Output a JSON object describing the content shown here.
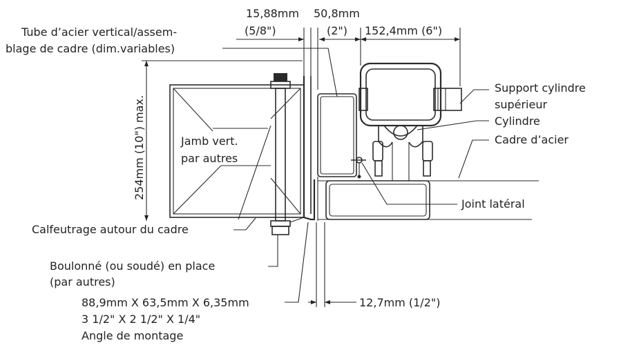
{
  "diagram": {
    "dimensions": {
      "bracket_width_mm": "15,88mm",
      "bracket_width_in": "(5/8\")",
      "gap_mm": "50,8mm",
      "gap_in": "(2\")",
      "cyl_support_mm": "152,4mm (6\")",
      "height": "254mm (10\") max.",
      "offset": "12,7mm (1/2\")"
    },
    "labels": {
      "tube_line1": "Tube d’acier vertical/assem-",
      "tube_line2": "blage de cadre (dim.variables)",
      "jamb_line1": "Jamb vert.",
      "jamb_line2": "par autres",
      "support_line1": "Support cylindre",
      "support_line2": "supérieur",
      "cylinder": "Cylindre",
      "steel_frame": "Cadre d’acier",
      "side_seal": "Joint latéral",
      "caulking": "Calfeutrage autour du cadre",
      "bolted_line1": "Boulonné (ou soudé) en place",
      "bolted_line2": "(par autres)",
      "angle_line1": "88,9mm X 63,5mm X 6,35mm",
      "angle_line2": "3 1/2\" X 2 1/2\" X 1/4\"",
      "angle_line3": "Angle de montage"
    }
  }
}
